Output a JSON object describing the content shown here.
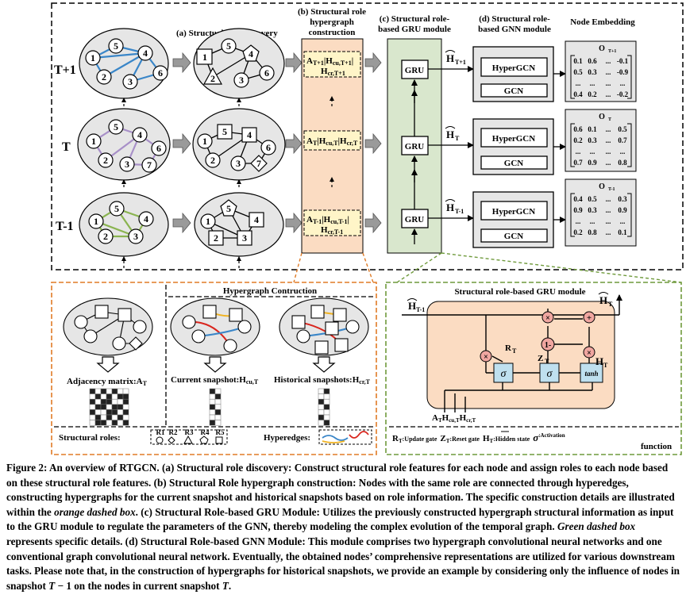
{
  "sections": {
    "a": "(a) Structual role discovery",
    "b": [
      "(b) Structural role",
      "hypergraph",
      "construction"
    ],
    "c": [
      "(c) Structural role-",
      "based GRU module"
    ],
    "d": [
      "(d) Structural role-",
      "based GNN module"
    ],
    "e": "Node Embedding"
  },
  "time_labels": [
    "T+1",
    "T",
    "T-1"
  ],
  "gru_label": "GRU",
  "hypergcn_label": "HyperGCN",
  "gcn_label": "GCN",
  "h_labels": [
    "H",
    "H",
    "H"
  ],
  "h_subs": [
    "T+1",
    "T",
    "T-1"
  ],
  "hyper_boxes": [
    [
      "A",
      "T+1",
      "|H",
      "cu,T+1",
      "|",
      "H",
      "cr,T+1"
    ],
    [
      "A",
      "T",
      "|H",
      "cu,T",
      "|H",
      "cr,T",
      ""
    ],
    [
      "A",
      "T-1",
      "|H",
      "cu,T-1",
      "|",
      "H",
      "cr,T-1"
    ]
  ],
  "matrices": [
    {
      "title": "O",
      "sub": "T+1",
      "rows": [
        [
          "0.1",
          "0.6",
          "...",
          "-0.1"
        ],
        [
          "0.5",
          "0.3",
          "...",
          "-0.9"
        ],
        [
          "...",
          "...",
          "...",
          "..."
        ],
        [
          "0.4",
          "0.2",
          "...",
          "-0.2"
        ]
      ]
    },
    {
      "title": "O",
      "sub": "T",
      "rows": [
        [
          "0.6",
          "0.1",
          "...",
          "0.5"
        ],
        [
          "0.2",
          "0.3",
          "...",
          "0.7"
        ],
        [
          "...",
          "...",
          "...",
          "..."
        ],
        [
          "0.7",
          "0.9",
          "...",
          "0.8"
        ]
      ]
    },
    {
      "title": "O",
      "sub": "T-1",
      "rows": [
        [
          "0.4",
          "0.5",
          "...",
          "0.3"
        ],
        [
          "0.9",
          "0.3",
          "...",
          "0.9"
        ],
        [
          "...",
          "...",
          "...",
          "..."
        ],
        [
          "0.2",
          "0.8",
          "...",
          "0.1"
        ]
      ]
    }
  ],
  "bottom": {
    "hypergraph_title": "Hypergraph Contruction",
    "adjacency": "Adjacency matrix:A",
    "adjacency_sub": "T",
    "current": "Current snapshot:H",
    "current_sub": "cu,T",
    "historical": "Historical snapshots:H",
    "historical_sub": "cr,T",
    "structural_roles": "Structural roles:",
    "role_labels": [
      "R1",
      "R2",
      "R3",
      "R4",
      "R5"
    ],
    "hyperedges": "Hyperedges:",
    "gru_title": "Structural role-based GRU module",
    "gate_r": "R",
    "gate_z": "Z",
    "sigma": "σ",
    "tanh": "tanh",
    "inputs": [
      "A",
      "T",
      "H",
      "cu,T",
      "H",
      "cr,T"
    ],
    "legend": [
      "R",
      "T",
      ":Update gate",
      "Z",
      "T",
      ":Reset gate",
      "H",
      "T",
      ":Hidden state",
      "σ",
      ":Activation",
      "function"
    ]
  },
  "caption": {
    "p1": "Figure 2: An overview of RTGCN. (a) Structural role discovery: Construct structural role features for each node and assign roles to each node based on these structural role features. (b) Structural Role hypergraph construction: Nodes with the same role are connected through hyperedges, constructing hypergraphs for the current snapshot and historical snapshots based on role information. The specific construction details are illustrated within the ",
    "i1": "orange dashed box",
    "p2": ". (c) Structural Role-based GRU Module: Utilizes the previously constructed hypergraph structural information as input to the GRU module to regulate the parameters of the GNN, thereby modeling the complex evolution of the temporal graph. ",
    "i2": "Green dashed box",
    "p3": " represents specific details. (d) Structural Role-based GNN Module: This module comprises two hypergraph convolutional neural networks and one conventional graph convolutional neural network. Eventually, the obtained nodes’ comprehensive representations are utilized for various downstream tasks. Please note that, in the construction of hypergraphs for historical snapshots, we provide an example by considering only the influence of nodes in snapshot ",
    "i3": "T",
    "p4": " − 1 on the nodes in current snapshot ",
    "i4": "T",
    "p5": "."
  }
}
